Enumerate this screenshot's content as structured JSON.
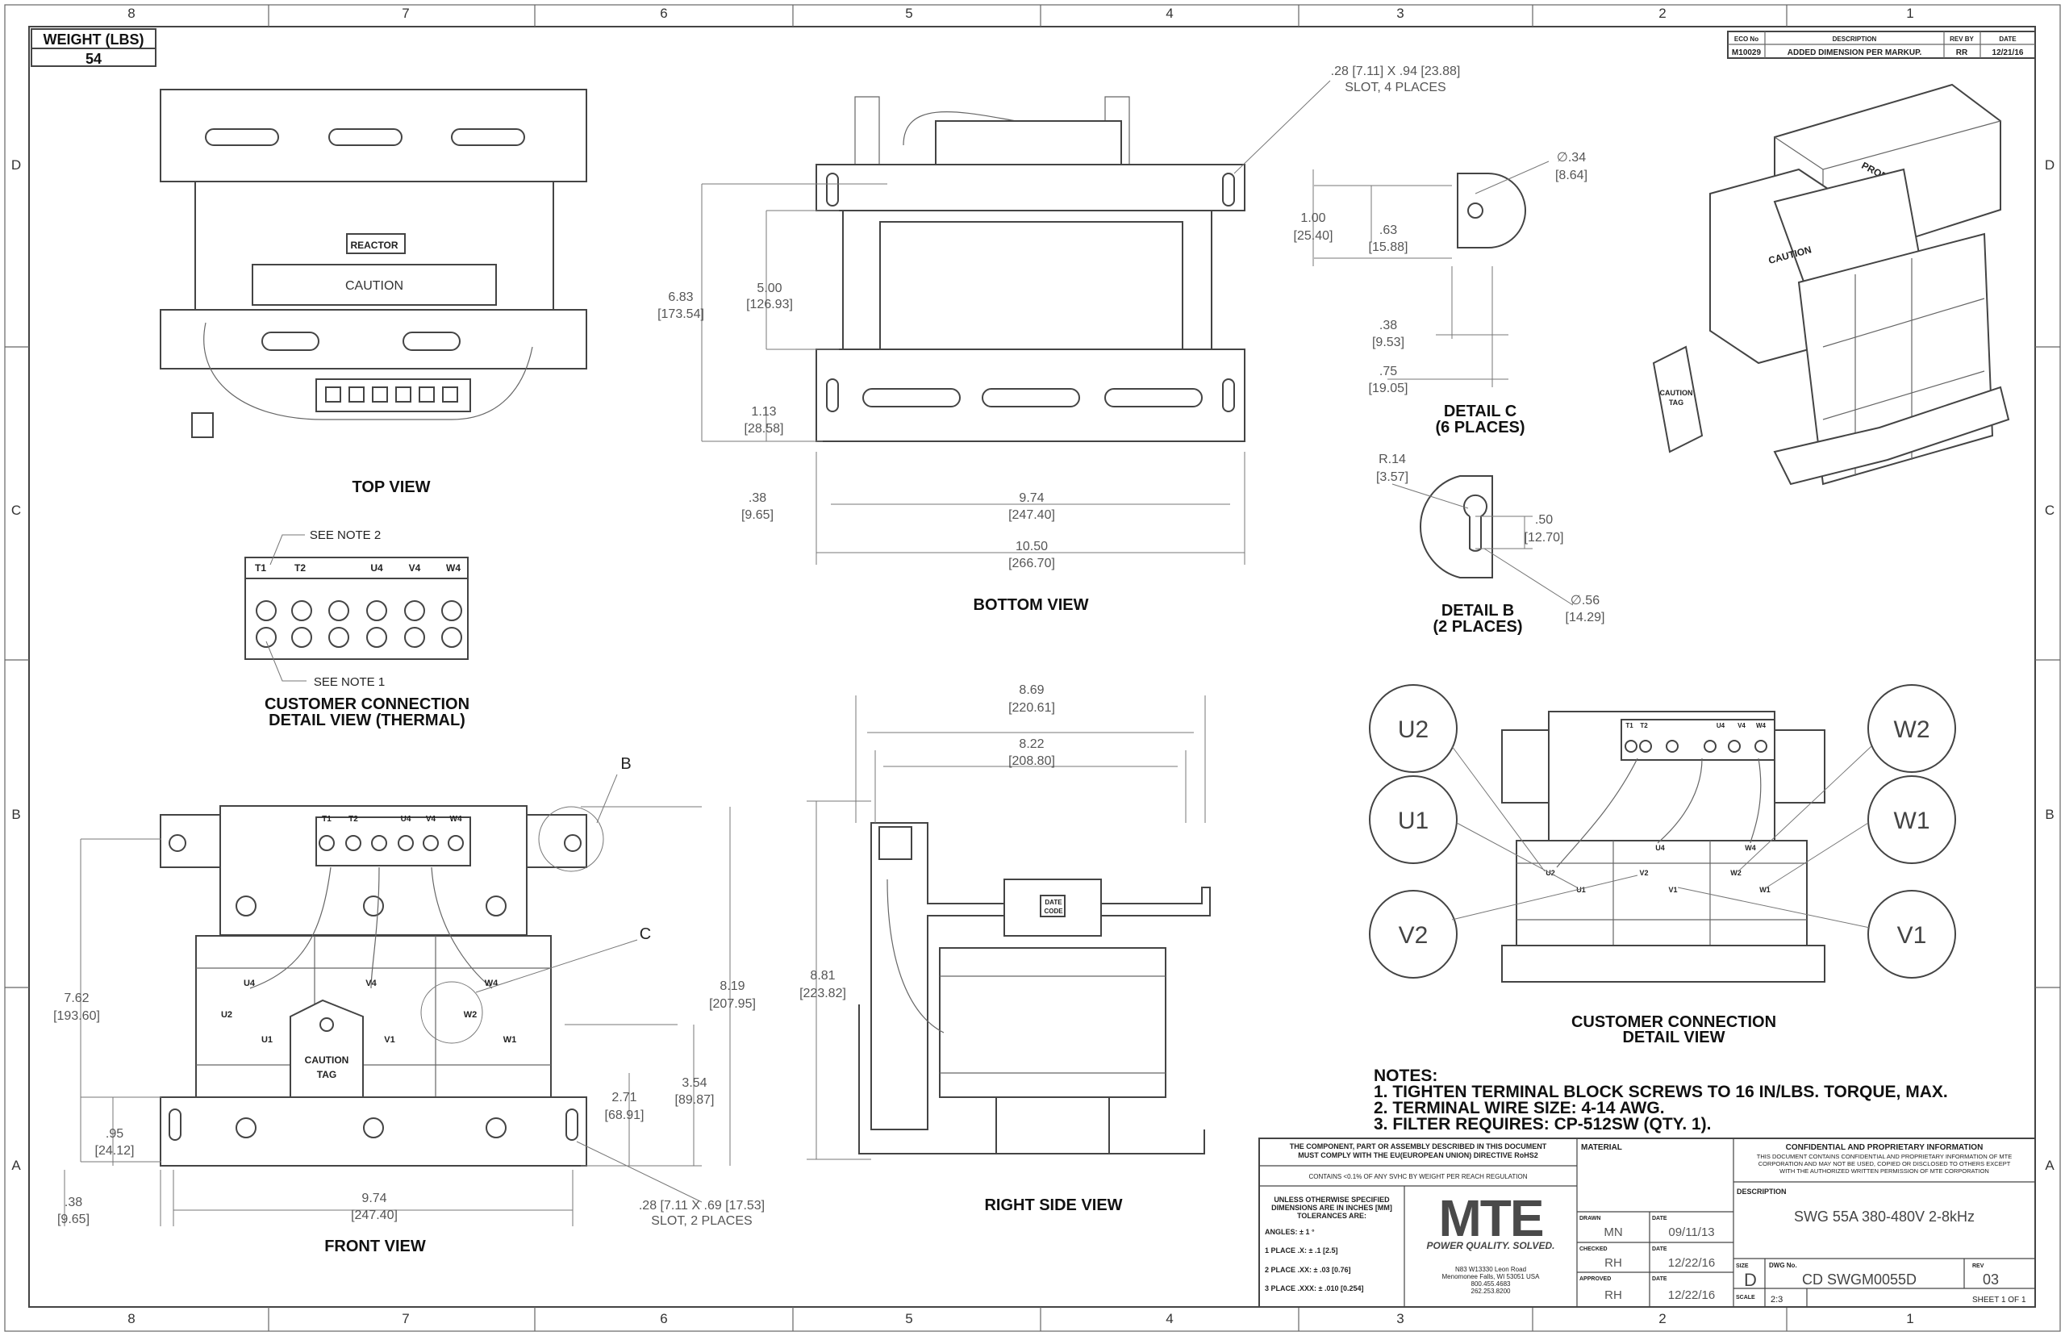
{
  "zones": {
    "columns": [
      "8",
      "7",
      "6",
      "5",
      "4",
      "3",
      "2",
      "1"
    ],
    "rows": [
      "D",
      "C",
      "B",
      "A"
    ]
  },
  "weight": {
    "label": "WEIGHT (LBS)",
    "value": "54"
  },
  "revision_block": {
    "headers": [
      "ECO No",
      "DESCRIPTION",
      "REV BY",
      "DATE"
    ],
    "row": [
      "M10029",
      "ADDED DIMENSION PER MARKUP.",
      "RR",
      "12/21/16"
    ]
  },
  "views": {
    "top": {
      "title": "TOP VIEW",
      "reactor_label": "REACTOR",
      "caution_label": "CAUTION"
    },
    "bottom": {
      "title": "BOTTOM VIEW",
      "slot_note": ".28 [7.11] X .94 [23.88]",
      "slot_places": "SLOT, 4 PLACES",
      "dims": [
        [
          "6.83",
          "[173.54]"
        ],
        [
          "5.00",
          "[126.93]"
        ],
        [
          "1.13",
          "[28.58]"
        ],
        [
          ".38",
          "[9.65]"
        ],
        [
          "9.74",
          "[247.40]"
        ],
        [
          "10.50",
          "[266.70]"
        ]
      ]
    },
    "detail_c": {
      "title": "DETAIL C",
      "places": "(6 PLACES)",
      "dims": [
        [
          "1.00",
          "[25.40]"
        ],
        [
          ".63",
          "[15.88]"
        ],
        [
          "∅.34",
          "[8.64]"
        ],
        [
          ".38",
          "[9.53]"
        ],
        [
          ".75",
          "[19.05]"
        ]
      ]
    },
    "detail_b": {
      "title": "DETAIL B",
      "places": "(2 PLACES)",
      "dims": [
        [
          "R.14",
          "[3.57]"
        ],
        [
          ".50",
          "[12.70]"
        ],
        [
          "∅.56",
          "[14.29]"
        ]
      ]
    },
    "thermal": {
      "title1": "CUSTOMER CONNECTION",
      "title2": "DETAIL VIEW (THERMAL)",
      "see_note2": "SEE NOTE 2",
      "see_note1": "SEE NOTE 1",
      "terminals": [
        "T1",
        "T2",
        "U4",
        "V4",
        "W4"
      ]
    },
    "iso": {
      "product": "PRODUCT",
      "caution": "CAUTION",
      "tag1": "CAUTION",
      "tag2": "TAG"
    },
    "front": {
      "title": "FRONT VIEW",
      "callout_b": "B",
      "callout_c": "C",
      "slot_note": ".28 [7.11 X .69 [17.53]",
      "slot_places": "SLOT, 2 PLACES",
      "terminals": [
        "T1",
        "T2",
        "U4",
        "V4",
        "W4"
      ],
      "wires": [
        "U4",
        "V4",
        "W4",
        "U2",
        "W2",
        "U1",
        "V1",
        "W1"
      ],
      "tag1": "CAUTION",
      "tag2": "TAG",
      "dims": [
        [
          "7.62",
          "[193.60]"
        ],
        [
          "8.19",
          "[207.95]"
        ],
        [
          "3.54",
          "[89.87]"
        ],
        [
          "2.71",
          "[68.91]"
        ],
        [
          ".95",
          "[24.12]"
        ],
        [
          ".38",
          "[9.65]"
        ],
        [
          "9.74",
          "[247.40]"
        ]
      ]
    },
    "right_side": {
      "title": "RIGHT SIDE VIEW",
      "date1": "DATE",
      "date2": "CODE",
      "dims": [
        [
          "8.69",
          "[220.61]"
        ],
        [
          "8.22",
          "[208.80]"
        ],
        [
          "8.81",
          "[223.82]"
        ]
      ]
    },
    "customer": {
      "title1": "CUSTOMER CONNECTION",
      "title2": "DETAIL VIEW",
      "terminals": [
        "T1",
        "T2",
        "U4",
        "V4",
        "W4"
      ],
      "wires": [
        "U2",
        "U4",
        "V2",
        "W4",
        "W2",
        "U1",
        "V1",
        "W1"
      ],
      "callouts": [
        "U2",
        "U1",
        "V2",
        "W2",
        "W1",
        "V1"
      ]
    }
  },
  "notes": {
    "title": "NOTES:",
    "items": [
      "1.  TIGHTEN TERMINAL BLOCK SCREWS TO 16 IN/LBS. TORQUE, MAX.",
      "2.  TERMINAL WIRE SIZE: 4-14 AWG.",
      "3.  FILTER REQUIRES: CP-512SW (QTY. 1)."
    ]
  },
  "title_block": {
    "rohs1": "THE COMPONENT, PART OR ASSEMBLY DESCRIBED IN THIS DOCUMENT",
    "rohs2": "MUST COMPLY WITH THE EU(EUROPEAN UNION) DIRECTIVE RoHS2",
    "reach": "CONTAINS <0.1% OF ANY SVHC BY WEIGHT PER REACH REGULATION",
    "tol1": "UNLESS OTHERWISE SPECIFIED",
    "tol2": "DIMENSIONS ARE IN INCHES [MM]",
    "tol3": "TOLERANCES ARE:",
    "angles": "ANGLES: ± 1 °",
    "place1": "1 PLACE .X: ± .1 [2.5]",
    "place2": "2 PLACE .XX: ± .03 [0.76]",
    "place3": "3 PLACE .XXX: ± .010 [0.254]",
    "logo": "MTE",
    "tagline": "POWER QUALITY. SOLVED.",
    "address": [
      "N83 W13330 Leon Road",
      "Menomonee Falls, WI 53051 USA",
      "800.455.4683",
      "262.253.8200"
    ],
    "material_label": "MATERIAL",
    "drawn_label": "DRAWN",
    "drawn_by": "MN",
    "drawn_date_label": "DATE",
    "drawn_date": "09/11/13",
    "checked_label": "CHECKED",
    "checked_by": "RH",
    "checked_date_label": "DATE",
    "checked_date": "12/22/16",
    "approved_label": "APPROVED",
    "approved_by": "RH",
    "approved_date_label": "DATE",
    "approved_date": "12/22/16",
    "conf_title": "CONFIDENTIAL AND PROPRIETARY INFORMATION",
    "conf1": "THIS DOCUMENT CONTAINS CONFIDENTIAL AND PROPRIETARY INFORMATION OF MTE",
    "conf2": "CORPORATION AND MAY NOT BE USED, COPIED OR DISCLOSED TO OTHERS EXCEPT",
    "conf3": "WITH THE AUTHORIZED WRITTEN PERMISSION OF MTE CORPORATION",
    "description_label": "DESCRIPTION",
    "description": "SWG 55A 380-480V 2-8kHz",
    "size_label": "SIZE",
    "size": "D",
    "dwg_label": "DWG No.",
    "dwg": "CD SWGM0055D",
    "rev_label": "REV",
    "rev": "03",
    "scale_label": "SCALE",
    "scale": "2:3",
    "sheet": "SHEET 1  OF 1"
  }
}
